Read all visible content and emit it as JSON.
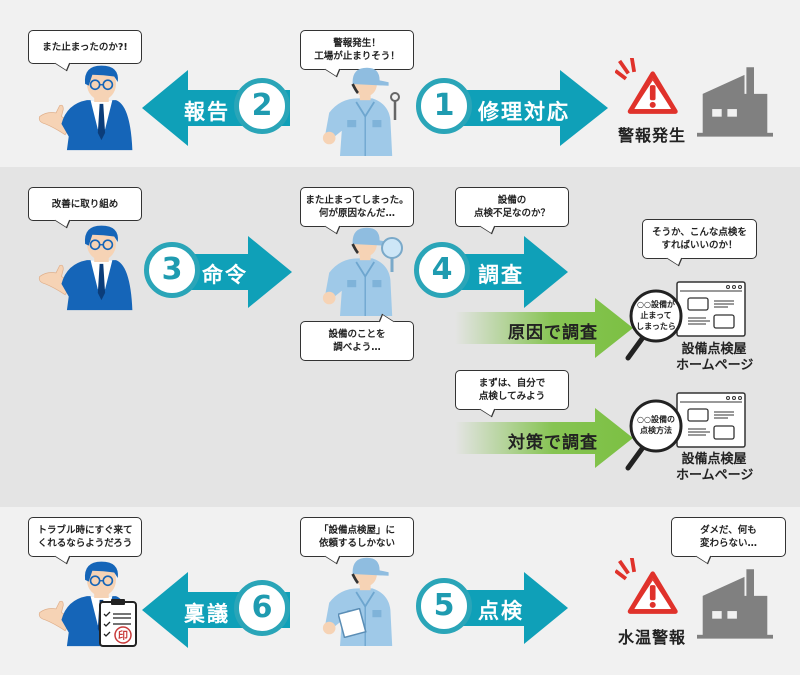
{
  "colors": {
    "arrow_teal": "#0fa0b8",
    "circle_ring": "#2aa5b8",
    "green_arrow": "#7cc043",
    "warning_red": "#e0322b",
    "factory_gray": "#808080",
    "manager_suit": "#1565b8",
    "worker_uniform": "#9fc9e8",
    "band_light": "#f1f1f1",
    "band_mid": "#e4e4e4"
  },
  "row1": {
    "manager_bubble": "また止まったのか?!",
    "worker_bubble": [
      "警報発生！",
      "工場が止まりそう！"
    ],
    "step2": {
      "number": "2",
      "label": "報告",
      "direction": "left"
    },
    "step1": {
      "number": "1",
      "label": "修理対応",
      "direction": "right"
    },
    "alert_caption": "警報発生"
  },
  "row2": {
    "manager_bubble": "改善に取り組め",
    "worker_bubble_top": [
      "また止まってしまった。",
      "何が原因なんだ…"
    ],
    "worker_bubble_bottom": [
      "設備のことを",
      "調べよう…"
    ],
    "step3": {
      "number": "3",
      "label": "命令",
      "direction": "right"
    },
    "step4": {
      "number": "4",
      "label": "調査",
      "direction": "right"
    },
    "step4_bubble": [
      "設備の",
      "点検不足なのか？"
    ],
    "cause_search": {
      "label": "原因で調査",
      "lens_text": [
        "○○設備が",
        "止まって",
        "しまったら"
      ],
      "site_caption": [
        "設備点検屋",
        "ホームページ"
      ],
      "bubble": [
        "そうか、こんな点検を",
        "すればいいのか！"
      ]
    },
    "measure_search": {
      "label": "対策で調査",
      "lens_text": [
        "○○設備の",
        "点検方法"
      ],
      "site_caption": [
        "設備点検屋",
        "ホームページ"
      ],
      "bubble": [
        "まずは、自分で",
        "点検してみよう"
      ]
    }
  },
  "row3": {
    "manager_bubble": [
      "トラブル時にすぐ来て",
      "くれるならようだろう"
    ],
    "worker_bubble": [
      "「設備点検屋」に",
      "依頼するしかない"
    ],
    "step6": {
      "number": "6",
      "label": "稟議",
      "direction": "left"
    },
    "step5": {
      "number": "5",
      "label": "点検",
      "direction": "right"
    },
    "factory_bubble": [
      "ダメだ、何も",
      "変わらない…"
    ],
    "alert_caption": "水温警報",
    "stamp_char": "印"
  }
}
